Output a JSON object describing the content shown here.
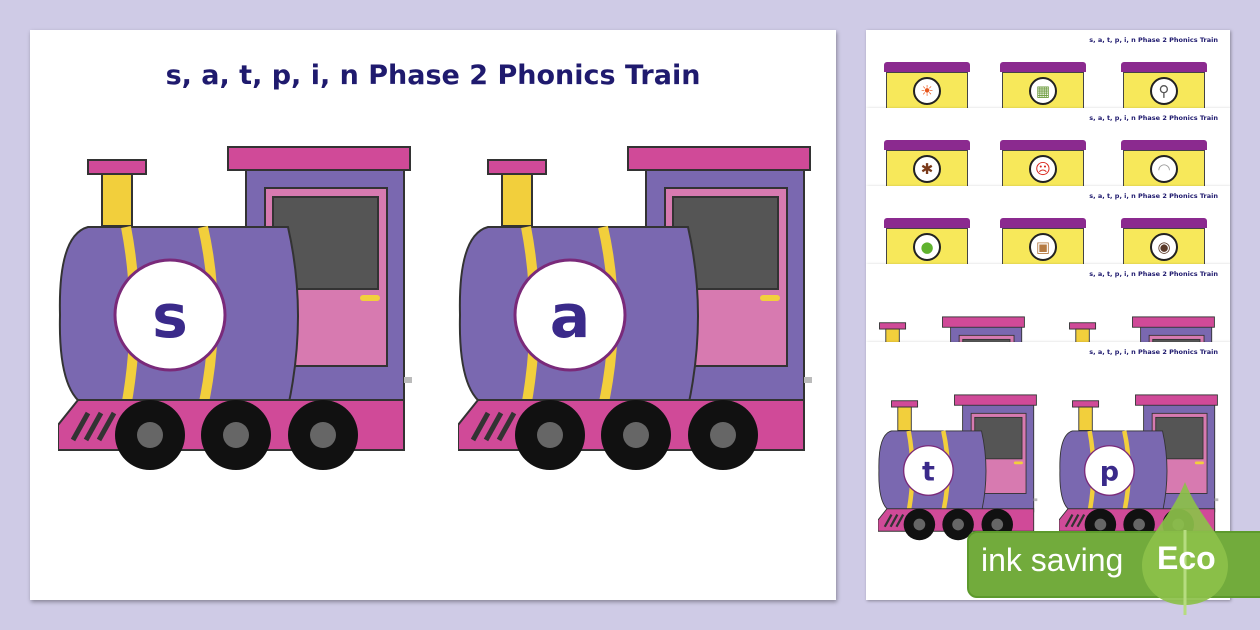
{
  "main": {
    "title": "s, a, t, p, i, n Phase 2 Phonics Train",
    "trains": [
      {
        "letter": "s"
      },
      {
        "letter": "a"
      }
    ]
  },
  "thumbnails": {
    "strip_title": "s, a, t, p, i, n Phase 2 Phonics Train",
    "carriage_rows": [
      [
        {
          "icon": "sun-icon",
          "glyph": "☀",
          "color": "#e8561c"
        },
        {
          "icon": "picture-icon",
          "glyph": "▦",
          "color": "#6a9a3a"
        },
        {
          "icon": "tap-icon",
          "glyph": "⚲",
          "color": "#555555"
        }
      ],
      [
        {
          "icon": "ant-icon",
          "glyph": "✱",
          "color": "#7a3a1a"
        },
        {
          "icon": "angry-face-icon",
          "glyph": "☹",
          "color": "#d8261c"
        },
        {
          "icon": "tooth-icon",
          "glyph": "◠",
          "color": "#999999"
        }
      ],
      [
        {
          "icon": "apple-icon",
          "glyph": "●",
          "color": "#5fb22e"
        },
        {
          "icon": "box-icon",
          "glyph": "▣",
          "color": "#b57a42"
        },
        {
          "icon": "eye-icon",
          "glyph": "◉",
          "color": "#5a3a2a"
        }
      ]
    ],
    "small_trains": [
      {
        "letter": "t"
      },
      {
        "letter": "p"
      }
    ]
  },
  "badge": {
    "text": "ink saving",
    "label": "Eco",
    "color": "#72ab3c"
  },
  "colors": {
    "train_body": "#7a68b0",
    "train_roof": "#d04a98",
    "stripe": "#f2cf3c",
    "text": "#1f1a6e"
  }
}
